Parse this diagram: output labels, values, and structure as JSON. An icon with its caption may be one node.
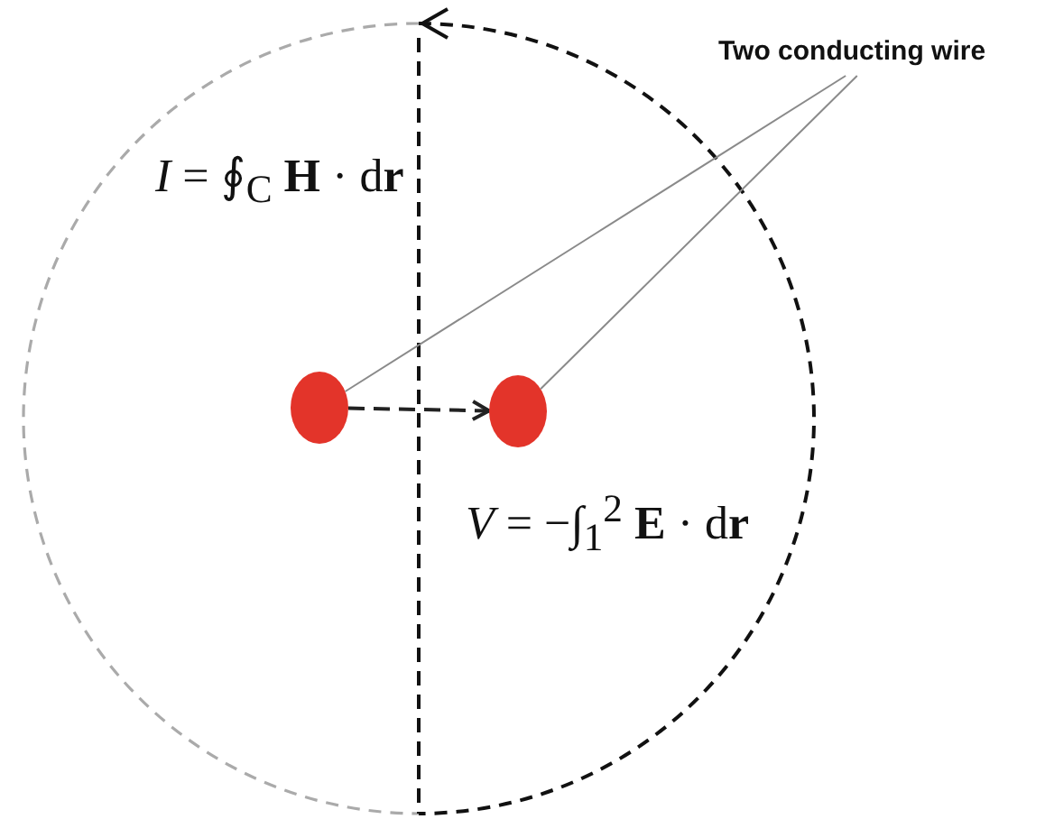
{
  "diagram": {
    "nodes": [
      {
        "text": [
          "Two conducting wire"
        ]
      },
      {
        "text": [],
        "shape": "circle"
      },
      {
        "text": [],
        "shape": "circle"
      }
    ],
    "edges": [
      {
        "from": 0,
        "to": 1,
        "arrow": "none"
      },
      {
        "from": 0,
        "to": 2,
        "arrow": "none"
      },
      {
        "from": 1,
        "to": 2,
        "arrow": "to",
        "style": "dashed",
        "color": "#222222"
      }
    ],
    "labels": [
      "*I* = ∮$_{C}$ **H** · d**r**",
      "*V* = −∫$_{1}$$^{2}$ **E** · d**r**"
    ]
  }
}
